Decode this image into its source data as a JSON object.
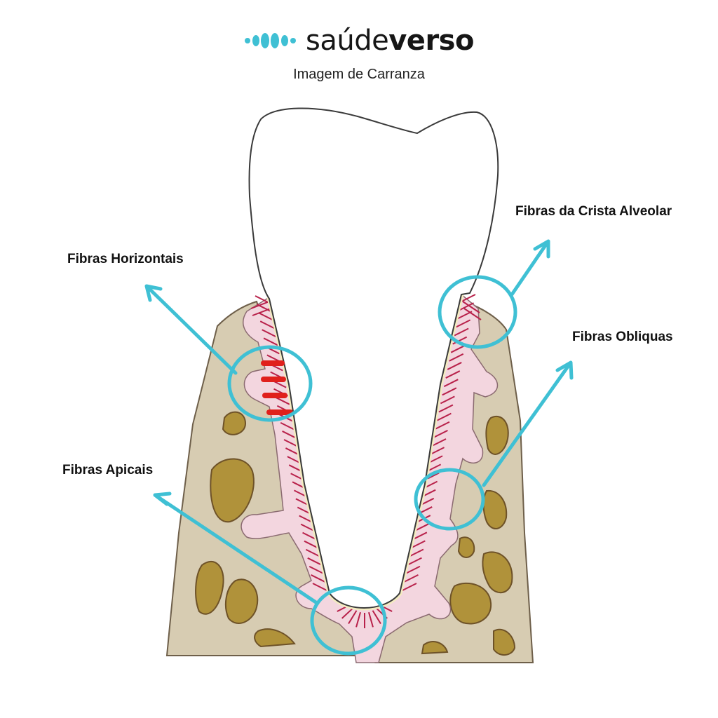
{
  "header": {
    "brand_light": "saúde",
    "brand_bold": "verso",
    "caption": "Imagem de Carranza"
  },
  "labels": {
    "horizontais": "Fibras Horizontais",
    "crista": "Fibras da Crista Alveolar",
    "obliquas": "Fibras Obliquas",
    "apicais": "Fibras Apicais"
  },
  "colors": {
    "accent": "#3fc0d4",
    "bone": "#d7ccb2",
    "marrow": "#b0923a",
    "ligament": "#f3d6df",
    "fiber": "#b8214a",
    "marker": "#e0201c"
  }
}
